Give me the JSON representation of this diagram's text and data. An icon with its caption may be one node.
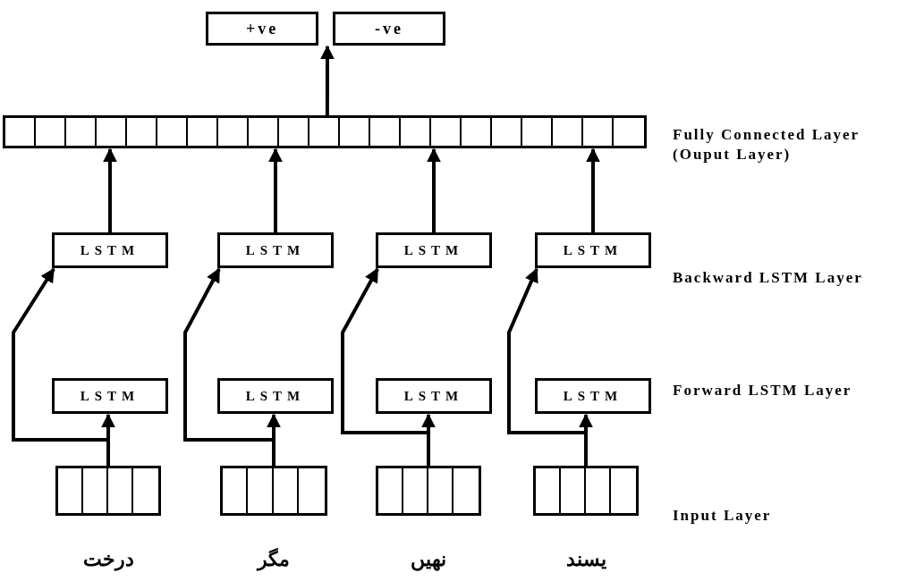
{
  "diagram": {
    "nodes": [
      {
        "text": [
          "+ve"
        ]
      },
      {
        "text": [
          "-ve"
        ]
      },
      {
        "text": [],
        "shape": "box"
      },
      {
        "text": [
          "LSTM"
        ]
      },
      {
        "text": [
          "LSTM"
        ]
      },
      {
        "text": [
          "LSTM"
        ]
      },
      {
        "text": [
          "LSTM"
        ]
      },
      {
        "text": [
          "LSTM"
        ]
      },
      {
        "text": [
          "LSTM"
        ]
      },
      {
        "text": [
          "LSTM"
        ]
      },
      {
        "text": [
          "LSTM"
        ]
      },
      {
        "text": [],
        "shape": "box",
        "beside": [
          "درخت"
        ]
      },
      {
        "text": [],
        "shape": "box",
        "beside": [
          "مگر"
        ]
      },
      {
        "text": [],
        "shape": "box",
        "beside": [
          "نهیں"
        ]
      },
      {
        "text": [],
        "shape": "box",
        "beside": [
          "یسند"
        ]
      }
    ],
    "edges": [
      {
        "from": 2,
        "to": 0,
        "arrow": "to"
      },
      {
        "from": 3,
        "to": 2,
        "arrow": "to"
      },
      {
        "from": 4,
        "to": 2,
        "arrow": "to"
      },
      {
        "from": 5,
        "to": 2,
        "arrow": "to"
      },
      {
        "from": 6,
        "to": 2,
        "arrow": "to"
      },
      {
        "from": 11,
        "to": 7,
        "arrow": "to"
      },
      {
        "from": 12,
        "to": 8,
        "arrow": "to"
      },
      {
        "from": 13,
        "to": 9,
        "arrow": "to"
      },
      {
        "from": 14,
        "to": 10,
        "arrow": "to"
      },
      {
        "from": 11,
        "to": 3,
        "arrow": "to"
      },
      {
        "from": 12,
        "to": 4,
        "arrow": "to"
      },
      {
        "from": 13,
        "to": 5,
        "arrow": "to"
      },
      {
        "from": 14,
        "to": 6,
        "arrow": "to"
      }
    ],
    "labels": [
      "Fully Connected Layer (Ouput Layer)",
      "Backward LSTM Layer",
      "Forward LSTM Layer",
      "Input Layer"
    ]
  }
}
